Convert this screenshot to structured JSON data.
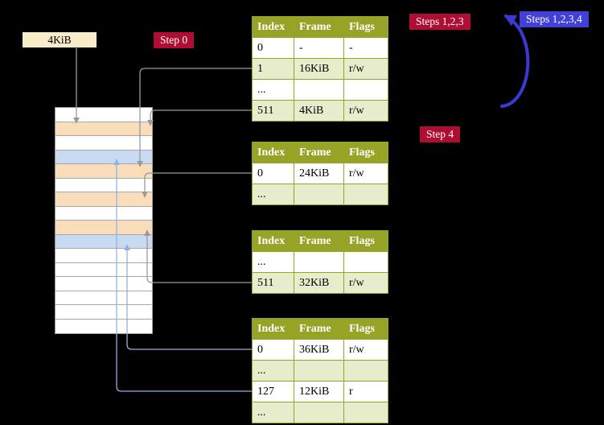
{
  "labels": {
    "frame_label": "4KiB",
    "step0": "Step 0",
    "steps_123": "Steps 1,2,3",
    "steps_1234": "Steps 1,2,3,4",
    "step4": "Step 4"
  },
  "colors": {
    "background": "#000000",
    "badge_red": "#b00d32",
    "badge_blue": "#4141d9",
    "table_header_olive": "#97a327",
    "table_alt_row_green": "#e7edcc",
    "highlight_yellow": "#fdfd9f",
    "frame_label_beige": "#f8ebc9",
    "arrow_gray": "#9a9a9a",
    "arrow_light_blue": "#93b2e0",
    "arrow_blue": "#3a3ad2"
  },
  "tables": [
    {
      "headers": [
        "Index",
        "Frame",
        "Flags"
      ],
      "rows": [
        {
          "cells": [
            "0",
            "-",
            "-"
          ],
          "highlight": false
        },
        {
          "cells": [
            "1",
            "16KiB",
            "r/w"
          ],
          "highlight": false
        },
        {
          "cells": [
            "...",
            "",
            ""
          ],
          "highlight": false
        },
        {
          "cells": [
            "511",
            "4KiB",
            "r/w"
          ],
          "highlight": true
        }
      ]
    },
    {
      "headers": [
        "Index",
        "Frame",
        "Flags"
      ],
      "rows": [
        {
          "cells": [
            "0",
            "24KiB",
            "r/w"
          ],
          "highlight": false
        },
        {
          "cells": [
            "...",
            "",
            ""
          ],
          "highlight": false
        }
      ]
    },
    {
      "headers": [
        "Index",
        "Frame",
        "Flags"
      ],
      "rows": [
        {
          "cells": [
            "...",
            "",
            ""
          ],
          "highlight": false
        },
        {
          "cells": [
            "511",
            "32KiB",
            "r/w"
          ],
          "highlight": false
        }
      ]
    },
    {
      "headers": [
        "Index",
        "Frame",
        "Flags"
      ],
      "rows": [
        {
          "cells": [
            "0",
            "36KiB",
            "r/w"
          ],
          "highlight": false
        },
        {
          "cells": [
            "...",
            "",
            ""
          ],
          "highlight": false
        },
        {
          "cells": [
            "127",
            "12KiB",
            "r"
          ],
          "highlight": false
        },
        {
          "cells": [
            "...",
            "",
            ""
          ],
          "highlight": false
        }
      ]
    }
  ],
  "memory": {
    "colors": {
      "empty": "#ffffff",
      "page_table": "#f9dcba",
      "mapped_frame": "#c8d9f2"
    },
    "rows": [
      {
        "type": "empty"
      },
      {
        "type": "page_table"
      },
      {
        "type": "empty"
      },
      {
        "type": "mapped_frame"
      },
      {
        "type": "page_table"
      },
      {
        "type": "empty"
      },
      {
        "type": "page_table"
      },
      {
        "type": "empty"
      },
      {
        "type": "page_table"
      },
      {
        "type": "mapped_frame"
      },
      {
        "type": "empty"
      },
      {
        "type": "empty"
      },
      {
        "type": "empty"
      },
      {
        "type": "empty"
      },
      {
        "type": "empty"
      },
      {
        "type": "empty"
      }
    ]
  }
}
